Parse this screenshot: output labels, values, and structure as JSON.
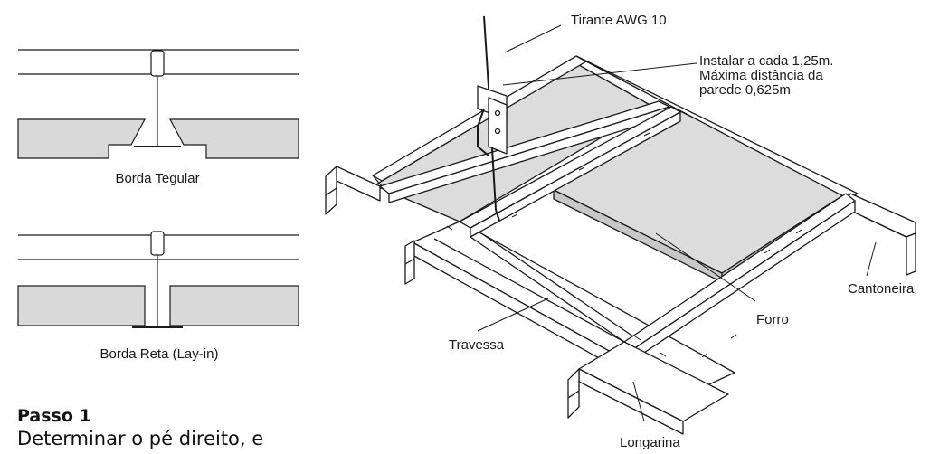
{
  "edge_details": {
    "tegular": {
      "caption": "Borda Tegular"
    },
    "reta": {
      "caption": "Borda Reta (Lay-in)"
    }
  },
  "labels": {
    "tirante": "Tirante AWG 10",
    "instalar_line1": "Instalar a cada 1,25m.",
    "instalar_line2": "Máxima distância da",
    "instalar_line3": "parede 0,625m",
    "forro": "Forro",
    "cantoneira": "Cantoneira",
    "travessa": "Travessa",
    "longarina": "Longarina"
  },
  "step": {
    "title": "Passo 1",
    "text": "Determinar o pé direito, e"
  },
  "colors": {
    "panel_fill": "#d9d9d9",
    "line": "#1a1a1a",
    "background": "#ffffff"
  }
}
